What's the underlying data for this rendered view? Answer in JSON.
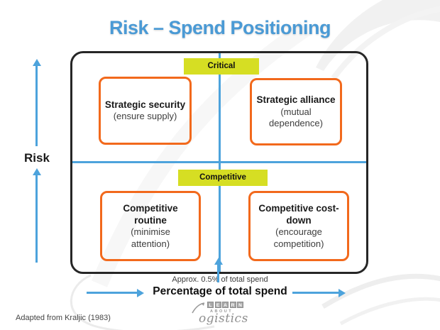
{
  "title": "Risk – Spend Positioning",
  "colors": {
    "title_blue": "#4a9ad5",
    "axis_blue": "#4da3dc",
    "tag_yellow": "#d6de23",
    "quadrant_orange": "#f2691c",
    "frame_black": "#262626",
    "logo_gray": "#9a9a9a"
  },
  "matrix": {
    "top_tag": "Critical",
    "middle_tag": "Competitive",
    "quadrants": [
      {
        "title": "Strategic security",
        "subtitle": "(ensure supply)"
      },
      {
        "title": "Strategic alliance",
        "subtitle": "(mutual dependence)"
      },
      {
        "title": "Competitive routine",
        "subtitle": "(minimise attention)"
      },
      {
        "title": "Competitive cost-down",
        "subtitle": "(encourage competition)"
      }
    ]
  },
  "axes": {
    "y_label": "Risk",
    "x_label": "Percentage of total spend",
    "x_annotation": "Approx. 0.5% of total spend"
  },
  "footer": {
    "source": "Adapted from Kraljic (1983)",
    "logo": {
      "learn_letters": [
        "L",
        "E",
        "A",
        "R",
        "N"
      ],
      "about": "ABOUT",
      "logistics_script": "ogistics"
    }
  }
}
